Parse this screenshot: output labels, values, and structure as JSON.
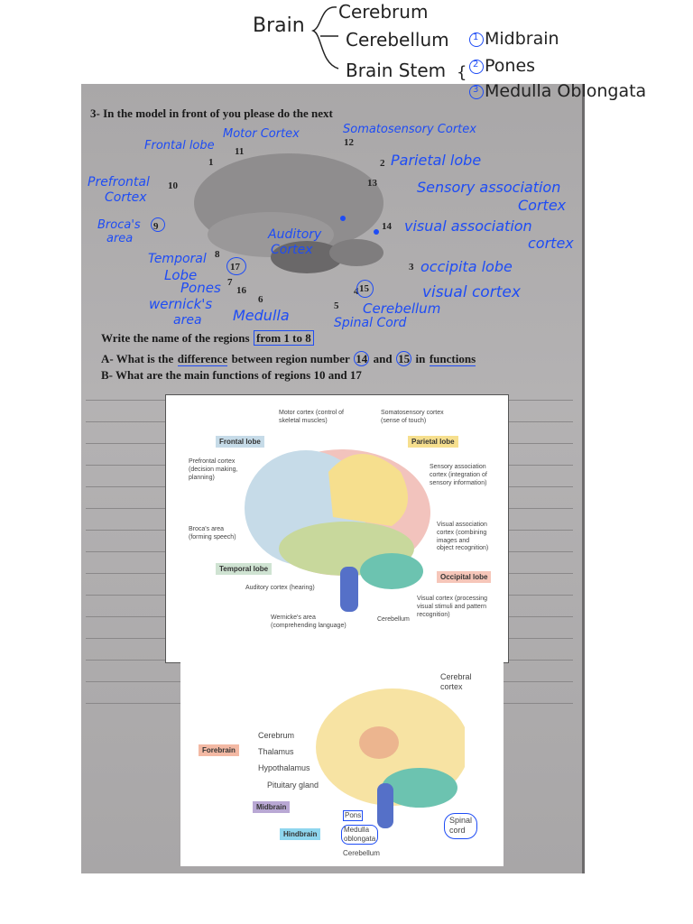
{
  "notes": {
    "brain": "Brain",
    "cerebrum": "Cerebrum",
    "cerebellum": "Cerebellum",
    "brain_stem": "Brain Stem",
    "stem_parts": [
      {
        "n": "1",
        "label": "Midbrain"
      },
      {
        "n": "2",
        "label": "Pones"
      },
      {
        "n": "3",
        "label": "Medulla Oblongata"
      }
    ]
  },
  "worksheet": {
    "heading": "3- In the model in front of you please do the next",
    "numbers": {
      "n1": "1",
      "n2": "2",
      "n3": "3",
      "n4": "4",
      "n5": "5",
      "n6": "6",
      "n7": "7",
      "n8": "8",
      "n9": "9",
      "n10": "10",
      "n11": "11",
      "n12": "12",
      "n13": "13",
      "n14": "14",
      "n15": "15",
      "n16": "16",
      "n17": "17"
    },
    "instruction_pre": "Write the name of the regions",
    "instruction_box": "from 1 to 8",
    "question_a_pre": "A- What is the",
    "question_a_diff": "difference",
    "question_a_mid": "between region number",
    "question_a_14": "14",
    "question_a_and": "and",
    "question_a_15": "15",
    "question_a_in": "in",
    "question_a_func": "functions",
    "question_b": "B- What are the main functions of regions 10 and 17",
    "annotations": {
      "motor_cortex": "Motor Cortex",
      "somatosensory": "Somatosensory Cortex",
      "frontal_lobe": "Frontal lobe",
      "parietal_lobe": "Parietal lobe",
      "prefrontal": "Prefrontal",
      "cortex": "Cortex",
      "sensory_assoc": "Sensory association",
      "sensory_assoc_cortex": "Cortex",
      "brocas": "Broca's",
      "area": "area",
      "visual_assoc": "visual association",
      "visual_assoc_cortex": "cortex",
      "auditory": "Auditory",
      "auditory_cortex": "Cortex",
      "temporal": "Temporal",
      "lobe": "Lobe",
      "occipital": "occipita lobe",
      "pones": "Pones",
      "visual_cortex": "visual cortex",
      "wernicks": "wernick's",
      "wernicks_area": "area",
      "medulla": "Medulla",
      "cerebellum": "Cerebellum",
      "spinal_cord": "Spinal Cord"
    }
  },
  "figure1": {
    "motor": "Motor cortex (control of\nskeletal muscles)",
    "somato": "Somatosensory cortex\n(sense of touch)",
    "frontal": "Frontal lobe",
    "parietal": "Parietal lobe",
    "prefrontal": "Prefrontal cortex\n(decision making,\nplanning)",
    "sensory": "Sensory association\ncortex (integration of\nsensory information)",
    "broca": "Broca's area\n(forming speech)",
    "visual_assoc": "Visual association\ncortex (combining\nimages and\nobject recognition)",
    "temporal": "Temporal lobe",
    "occipital": "Occipital lobe",
    "auditory": "Auditory cortex (hearing)",
    "visual": "Visual cortex (processing\nvisual stimuli and pattern\nrecognition)",
    "wernicke": "Wernicke's area\n(comprehending language)",
    "cerebellum": "Cerebellum",
    "colors": {
      "frontal": "#c6dbe8",
      "parietal": "#f6df8e",
      "temporal": "#c8d89c",
      "occipital": "#f2c3bd",
      "cerebellum": "#6cc3b0",
      "stem": "#5570c8"
    }
  },
  "figure2": {
    "cerebral_cortex": "Cerebral\ncortex",
    "forebrain": "Forebrain",
    "cerebrum": "Cerebrum",
    "thalamus": "Thalamus",
    "hypothalamus": "Hypothalamus",
    "pituitary": "Pituitary gland",
    "midbrain": "Midbrain",
    "hindbrain": "Hindbrain",
    "pons": "Pons",
    "medulla": "Medulla\noblongata",
    "cerebellum": "Cerebellum",
    "spinal_cord": "Spinal\ncord",
    "colors": {
      "forebrain": "#f3b9a4",
      "midbrain": "#b9a8d4",
      "hindbrain": "#8fd6ee",
      "cortex": "#f7e3a3"
    }
  }
}
